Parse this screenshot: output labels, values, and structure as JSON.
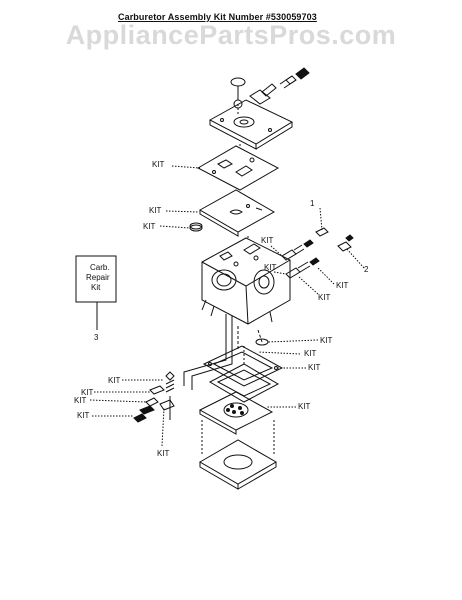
{
  "header": {
    "title": "Carburetor Assembly Kit Number #530059703",
    "watermark": "AppliancePartsPros.com"
  },
  "kit_label": "KIT",
  "repair_box": {
    "line1": "Carb.",
    "line2": "Repair",
    "line3": "Kit",
    "callout": "3"
  },
  "callouts": {
    "one": "1",
    "two": "2"
  },
  "colors": {
    "ink": "#111111",
    "watermark": "#d9d9d9"
  }
}
